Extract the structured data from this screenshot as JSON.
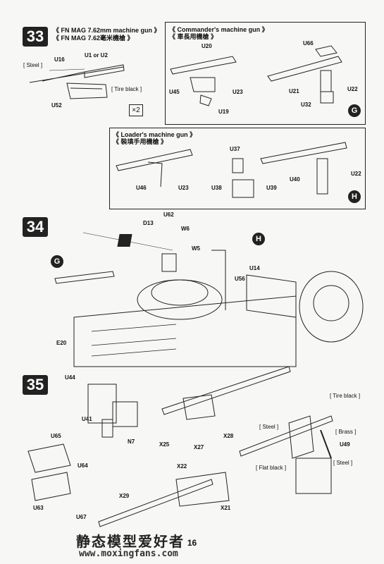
{
  "page_number": "16",
  "watermark": {
    "cn": "静态模型爱好者",
    "url": "www.moxingfans.com"
  },
  "step33": {
    "number": "33",
    "title_en": "《 FN MAG 7.62mm machine gun 》",
    "title_cn": "《 FN MAG 7.62毫米機槍 》",
    "labels": [
      "U16",
      "U1 or U2",
      "U52"
    ],
    "paints": [
      "[ Steel ]",
      "[ Tire black ]"
    ],
    "multiplier": "×2",
    "commander": {
      "title_en": "《 Commander's machine gun 》",
      "title_cn": "《 車長用機槍 》",
      "labels": [
        "U20",
        "U45",
        "U23",
        "U19",
        "U66",
        "U21",
        "U22",
        "U32"
      ],
      "tag": "G"
    },
    "loader": {
      "title_en": "《 Loader's machine gun 》",
      "title_cn": "《 裝填手用機槍 》",
      "labels": [
        "U37",
        "U46",
        "U23",
        "U38",
        "U39",
        "U40",
        "U22"
      ],
      "tag": "H"
    }
  },
  "step34": {
    "number": "34",
    "labels": [
      "D13",
      "U62",
      "W6",
      "W5",
      "U14",
      "U56",
      "E20"
    ],
    "tags": [
      "G",
      "H"
    ]
  },
  "step35": {
    "number": "35",
    "labels": [
      "U44",
      "U41",
      "N7",
      "U65",
      "U64",
      "U63",
      "U67",
      "X25",
      "X28",
      "X27",
      "X22",
      "X21",
      "X29",
      "U49"
    ],
    "paints": [
      "[ Tire black ]",
      "[ Steel ]",
      "[ Brass ]",
      "[ Flat black ]",
      "[ Steel ]"
    ]
  }
}
